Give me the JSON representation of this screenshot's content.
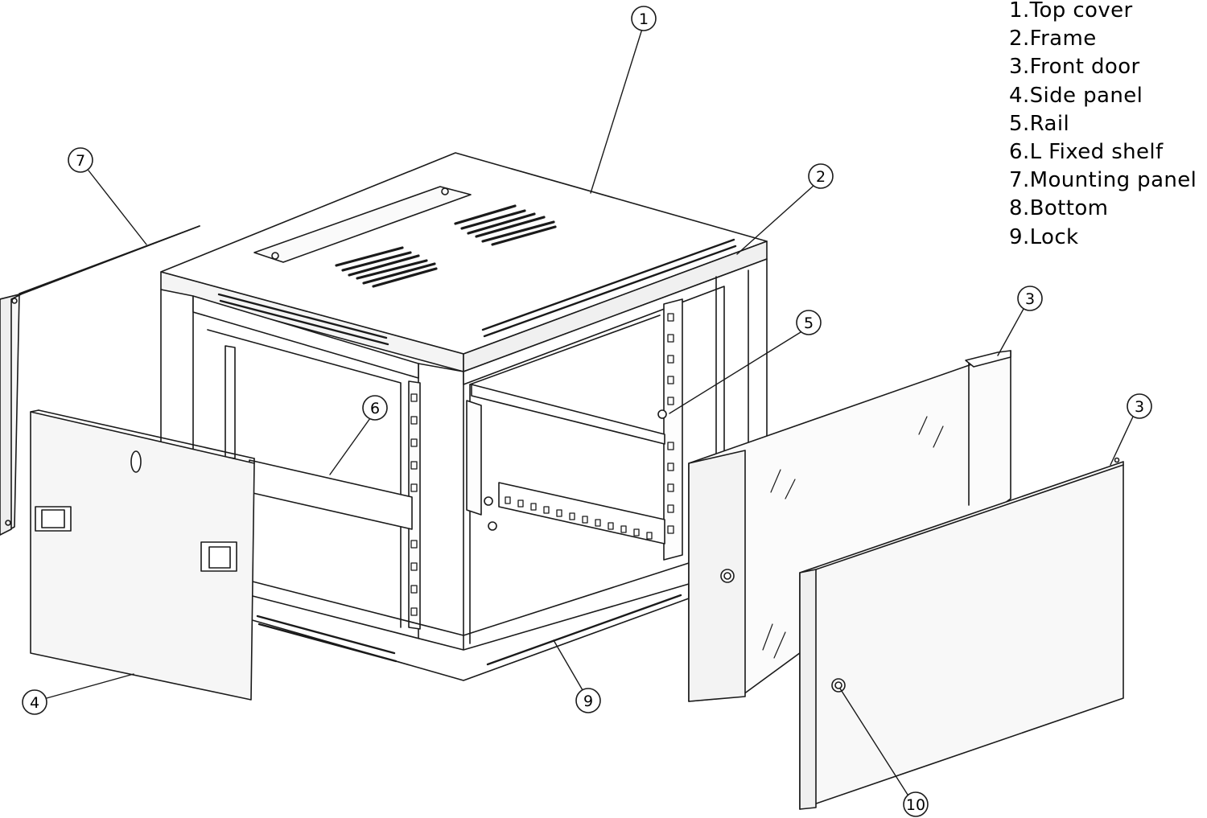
{
  "legend": [
    "1.Top cover",
    "2.Frame",
    "3.Front door",
    "4.Side panel",
    "5.Rail",
    "6.L Fixed shelf",
    "7.Mounting panel",
    "8.Bottom",
    "9.Lock"
  ],
  "callouts": {
    "c1": "1",
    "c2": "2",
    "c3a": "3",
    "c3b": "3",
    "c4": "4",
    "c5": "5",
    "c6": "6",
    "c7": "7",
    "c9": "9",
    "c10": "10"
  },
  "colors": {
    "line": "#1a1a1a",
    "panel": "#f5f5f5",
    "paper": "#ffffff"
  }
}
